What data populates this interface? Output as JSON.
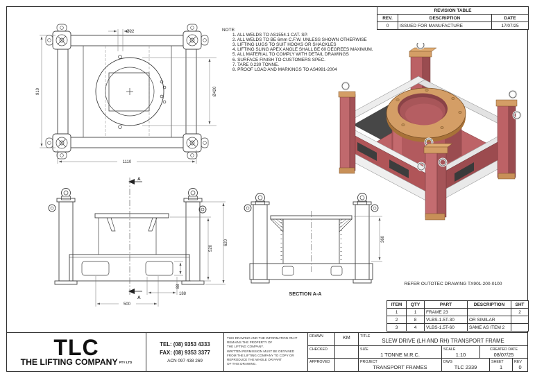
{
  "revision_table": {
    "title": "REVISION TABLE",
    "columns": [
      "REV.",
      "DESCRIPTION",
      "DATE"
    ],
    "rows": [
      {
        "rev": "0",
        "description": "ISSUED FOR MANUFACTURE",
        "date": "17/07/25"
      }
    ]
  },
  "notes": {
    "heading": "NOTE:",
    "items": [
      "1. ALL WELDS TO AS1554.1 CAT. SP.",
      "2. ALL WELDS TO BE 6mm C.F.W. UNLESS SHOWN OTHERWISE",
      "3. LIFTING LUGS TO SUIT HOOKS OR SHACKLES",
      "4. LIFTING SLING APEX ANGLE SHALL BE 60 DEGREES MAXIMUM.",
      "5. ALL MATERIAL TO COMPLY WITH DETAIL DRAWINGS",
      "6. SURFACE FINISH TO CUSTOMERS SPEC.",
      "7. TARE 0.230 TONNE.",
      "8. PROOF LOAD AND MARKINGS TO AS4991-2004"
    ]
  },
  "refer_note": "REFER OUTOTEC DRAWING TX901-200-0100",
  "views": {
    "top_view": {
      "dia22": "Ø22",
      "h910": "910",
      "w1110": "1110",
      "dia420": "Ø420"
    },
    "front_view": {
      "section_letter": "A",
      "d620": "620",
      "d520": "520",
      "d88": "88",
      "d188": "188",
      "d500": "500"
    },
    "section_view": {
      "label": "SECTION A-A",
      "d360": "360"
    }
  },
  "parts_table": {
    "columns": [
      "ITEM",
      "QTY",
      "PART",
      "DESCRIPTION",
      "SHT"
    ],
    "rows": [
      {
        "item": "1",
        "qty": "1",
        "part": "FRAME 23",
        "description": "",
        "sht": "2"
      },
      {
        "item": "2",
        "qty": "8",
        "part": "VLBS-1.5T-30",
        "description": "OR SIMILAR",
        "sht": ""
      },
      {
        "item": "3",
        "qty": "4",
        "part": "VLBS-1.5T-60",
        "description": "SAME AS ITEM 2",
        "sht": ""
      }
    ]
  },
  "title_block": {
    "logo": {
      "acronym": "TLC",
      "name": "THE LIFTING COMPANY",
      "suffix": "PTY LTD"
    },
    "contact": {
      "tel": "TEL: (08) 9353 4333",
      "fax": "FAX: (08) 9353 3377",
      "acn": "ACN 097 438 269"
    },
    "disclaimer": "THIS DRAWING AND THE INFORMATION ON IT\nREMAINS THE PROPERTY OF\nTHE LIFTING COMPANY.\nWRITTEN PERMISSION MUST BE OBTAINED\nFROM THE LIFTING COMPANY TO COPY OR\nREPRODUCE THE WHOLE OR PART\nOF THIS DRAWING.",
    "signoff": {
      "drawn_label": "DRAWN",
      "drawn_value": "KM",
      "checked_label": "CHECKED",
      "checked_value": "",
      "approved_label": "APPROVED",
      "approved_value": ""
    },
    "fields": {
      "title_label": "TITLE",
      "title_value": "SLEW DRIVE (LH AND RH) TRANSPORT FRAME",
      "size_label": "SIZE",
      "size_value": "1 TONNE M.R.C.",
      "scale_label": "SCALE",
      "scale_value": "1:10",
      "created_label": "CREATED DATE",
      "created_value": "08/07/25",
      "project_label": "PROJECT",
      "project_value": "TRANSPORT FRAMES",
      "dwg_label": "DWG",
      "dwg_value": "TLC 2339",
      "sheet_label": "SHEET",
      "sheet_value": "1",
      "rev_label": "REV",
      "rev_value": "0"
    }
  },
  "colors": {
    "post_red": "#b25a5e",
    "post_red_light": "#c0696d",
    "post_red_dark": "#9a4c50",
    "flange_tan": "#d49e66",
    "flange_tan_dark": "#a87238",
    "rail_white": "#f0f0f0",
    "interior_dark": "#454545",
    "line": "#404040"
  }
}
